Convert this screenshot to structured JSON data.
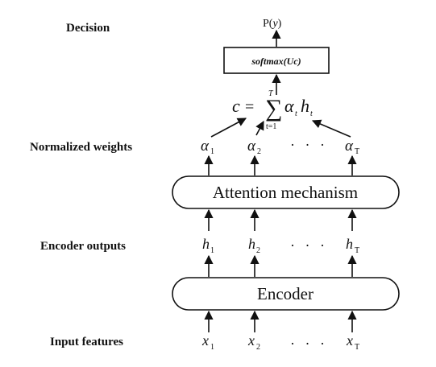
{
  "labels": {
    "decision": "Decision",
    "normalized_weights": "Normalized weights",
    "encoder_outputs": "Encoder outputs",
    "input_features": "Input features"
  },
  "output": {
    "text": "P(y)",
    "p": "P(",
    "y": "y",
    "close": ")"
  },
  "softmax": {
    "text": "softmax(Uc)"
  },
  "context": {
    "c": "c",
    "eq": "=",
    "sum": "∑",
    "upper": "T",
    "lower": "t=1",
    "alpha": "α",
    "h": "h",
    "t": "t"
  },
  "weights": [
    {
      "sym": "α",
      "sub": "1"
    },
    {
      "sym": "α",
      "sub": "2"
    },
    {
      "sym": "α",
      "sub": "T"
    }
  ],
  "attention": {
    "label": "Attention mechanism"
  },
  "encoder_outputs": [
    {
      "sym": "h",
      "sub": "1"
    },
    {
      "sym": "h",
      "sub": "2"
    },
    {
      "sym": "h",
      "sub": "T"
    }
  ],
  "encoder": {
    "label": "Encoder"
  },
  "inputs": [
    {
      "sym": "x",
      "sub": "1"
    },
    {
      "sym": "x",
      "sub": "2"
    },
    {
      "sym": "x",
      "sub": "T"
    }
  ],
  "ellipsis": "· · ·"
}
